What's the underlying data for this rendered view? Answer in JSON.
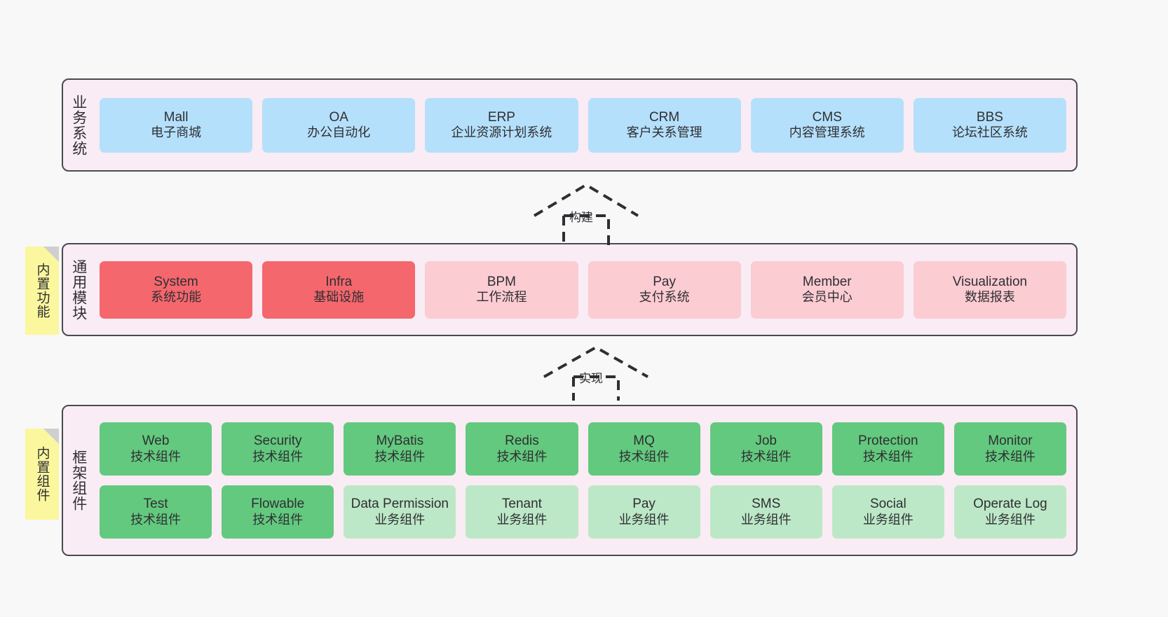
{
  "page": {
    "background": "#f8f8f8",
    "panel_background": "#f9ecf4",
    "panel_border": "#4a4a52"
  },
  "layers": [
    {
      "key": "business",
      "title": "业务系统",
      "note": null,
      "rows": [
        {
          "cards": [
            {
              "en": "Mall",
              "cn": "电子商城",
              "color": "#b5e0fb",
              "style": "c-blue"
            },
            {
              "en": "OA",
              "cn": "办公自动化",
              "color": "#b5e0fb",
              "style": "c-blue"
            },
            {
              "en": "ERP",
              "cn": "企业资源计划系统",
              "color": "#b5e0fb",
              "style": "c-blue"
            },
            {
              "en": "CRM",
              "cn": "客户关系管理",
              "color": "#b5e0fb",
              "style": "c-blue"
            },
            {
              "en": "CMS",
              "cn": "内容管理系统",
              "color": "#b5e0fb",
              "style": "c-blue"
            },
            {
              "en": "BBS",
              "cn": "论坛社区系统",
              "color": "#b5e0fb",
              "style": "c-blue"
            }
          ]
        }
      ]
    },
    {
      "key": "common-module",
      "title": "通用模块",
      "note": "内置功能",
      "rows": [
        {
          "cards": [
            {
              "en": "System",
              "cn": "系统功能",
              "color": "#f4676d",
              "style": "c-red"
            },
            {
              "en": "Infra",
              "cn": "基础设施",
              "color": "#f4676d",
              "style": "c-red"
            },
            {
              "en": "BPM",
              "cn": "工作流程",
              "color": "#fcccd3",
              "style": "c-pink"
            },
            {
              "en": "Pay",
              "cn": "支付系统",
              "color": "#fcccd3",
              "style": "c-pink"
            },
            {
              "en": "Member",
              "cn": "会员中心",
              "color": "#fcccd3",
              "style": "c-pink"
            },
            {
              "en": "Visualization",
              "cn": "数据报表",
              "color": "#fcccd3",
              "style": "c-pink"
            }
          ]
        }
      ]
    },
    {
      "key": "framework",
      "title": "框架组件",
      "note": "内置组件",
      "rows": [
        {
          "cards": [
            {
              "en": "Web",
              "cn": "技术组件",
              "color": "#63c97e",
              "style": "c-green"
            },
            {
              "en": "Security",
              "cn": "技术组件",
              "color": "#63c97e",
              "style": "c-green"
            },
            {
              "en": "MyBatis",
              "cn": "技术组件",
              "color": "#63c97e",
              "style": "c-green"
            },
            {
              "en": "Redis",
              "cn": "技术组件",
              "color": "#63c97e",
              "style": "c-green"
            },
            {
              "en": "MQ",
              "cn": "技术组件",
              "color": "#63c97e",
              "style": "c-green"
            },
            {
              "en": "Job",
              "cn": "技术组件",
              "color": "#63c97e",
              "style": "c-green"
            },
            {
              "en": "Protection",
              "cn": "技术组件",
              "color": "#63c97e",
              "style": "c-green"
            },
            {
              "en": "Monitor",
              "cn": "技术组件",
              "color": "#63c97e",
              "style": "c-green"
            }
          ]
        },
        {
          "cards": [
            {
              "en": "Test",
              "cn": "技术组件",
              "color": "#63c97e",
              "style": "c-green"
            },
            {
              "en": "Flowable",
              "cn": "技术组件",
              "color": "#63c97e",
              "style": "c-green"
            },
            {
              "en": "Data Permission",
              "cn": "业务组件",
              "color": "#bce8c7",
              "style": "c-lgreen"
            },
            {
              "en": "Tenant",
              "cn": "业务组件",
              "color": "#bce8c7",
              "style": "c-lgreen"
            },
            {
              "en": "Pay",
              "cn": "业务组件",
              "color": "#bce8c7",
              "style": "c-lgreen"
            },
            {
              "en": "SMS",
              "cn": "业务组件",
              "color": "#bce8c7",
              "style": "c-lgreen"
            },
            {
              "en": "Social",
              "cn": "业务组件",
              "color": "#bce8c7",
              "style": "c-lgreen"
            },
            {
              "en": "Operate Log",
              "cn": "业务组件",
              "color": "#bce8c7",
              "style": "c-lgreen"
            }
          ]
        }
      ]
    }
  ],
  "connectors": [
    {
      "key": "build",
      "label": "构建",
      "from": "common-module",
      "to": "business",
      "style": "dashed-generalization"
    },
    {
      "key": "implement",
      "label": "实现",
      "from": "framework",
      "to": "common-module",
      "style": "dashed-generalization"
    }
  ]
}
